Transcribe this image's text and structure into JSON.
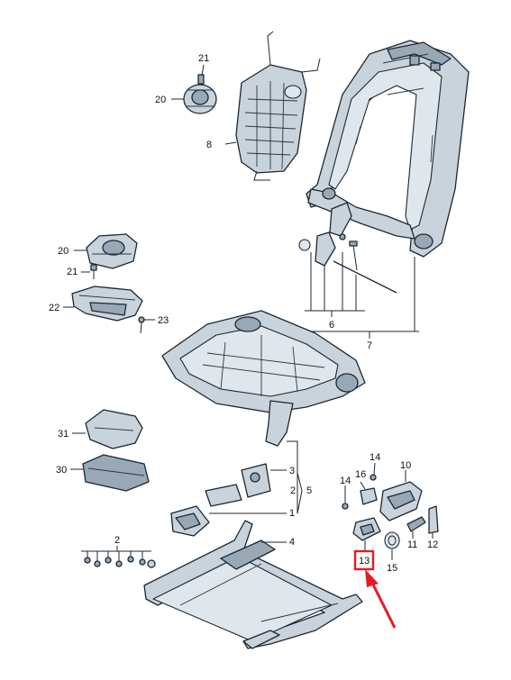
{
  "labels": {
    "l21a": "21",
    "l20a": "20",
    "l8": "8",
    "l20b": "20",
    "l21b": "21",
    "l22": "22",
    "l23": "23",
    "l6": "6",
    "l7": "7",
    "l31": "31",
    "l30": "30",
    "l3": "3",
    "l2a": "2",
    "l5": "5",
    "l1": "1",
    "l4": "4",
    "l2b": "2",
    "l14a": "14",
    "l16": "16",
    "l10": "10",
    "l14b": "14",
    "l11": "11",
    "l12": "12",
    "l15": "15",
    "l13": "13"
  },
  "highlight": {
    "part_number": "13",
    "color": "#e41b23"
  }
}
